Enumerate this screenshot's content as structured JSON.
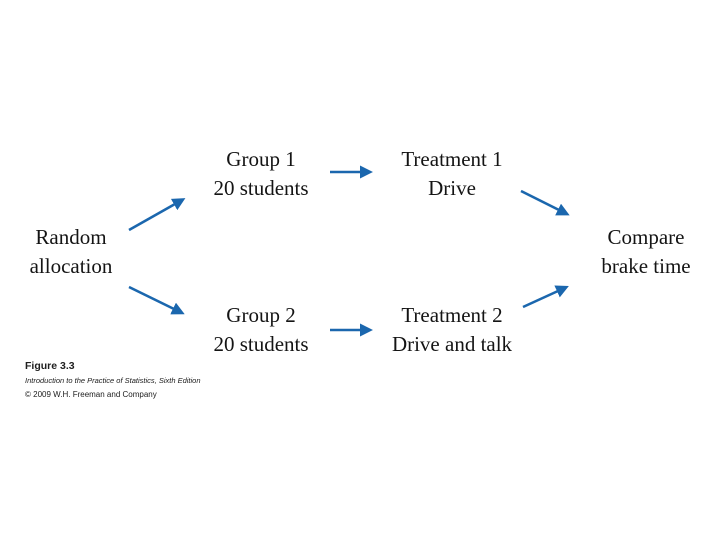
{
  "figure": {
    "nodes": {
      "random": {
        "line1": "Random",
        "line2": "allocation"
      },
      "group1": {
        "line1": "Group 1",
        "line2": "20 students"
      },
      "treatment1": {
        "line1": "Treatment 1",
        "line2": "Drive"
      },
      "group2": {
        "line1": "Group 2",
        "line2": "20 students"
      },
      "treatment2": {
        "line1": "Treatment 2",
        "line2": "Drive and talk"
      },
      "compare": {
        "line1": "Compare",
        "line2": "brake time"
      }
    },
    "connections": [
      {
        "from": "Random allocation",
        "to": "Group 1"
      },
      {
        "from": "Random allocation",
        "to": "Group 2"
      },
      {
        "from": "Group 1",
        "to": "Treatment 1"
      },
      {
        "from": "Group 2",
        "to": "Treatment 2"
      },
      {
        "from": "Treatment 1",
        "to": "Compare brake time"
      },
      {
        "from": "Treatment 2",
        "to": "Compare brake time"
      }
    ],
    "caption": {
      "figure_label": "Figure 3.3",
      "source": "Introduction to the Practice of Statistics, Sixth Edition",
      "copyright": "© 2009 W.H. Freeman and Company"
    },
    "colors": {
      "arrow_blue": "#1b67ae",
      "text_black": "#141414",
      "background": "#ffffff"
    }
  }
}
